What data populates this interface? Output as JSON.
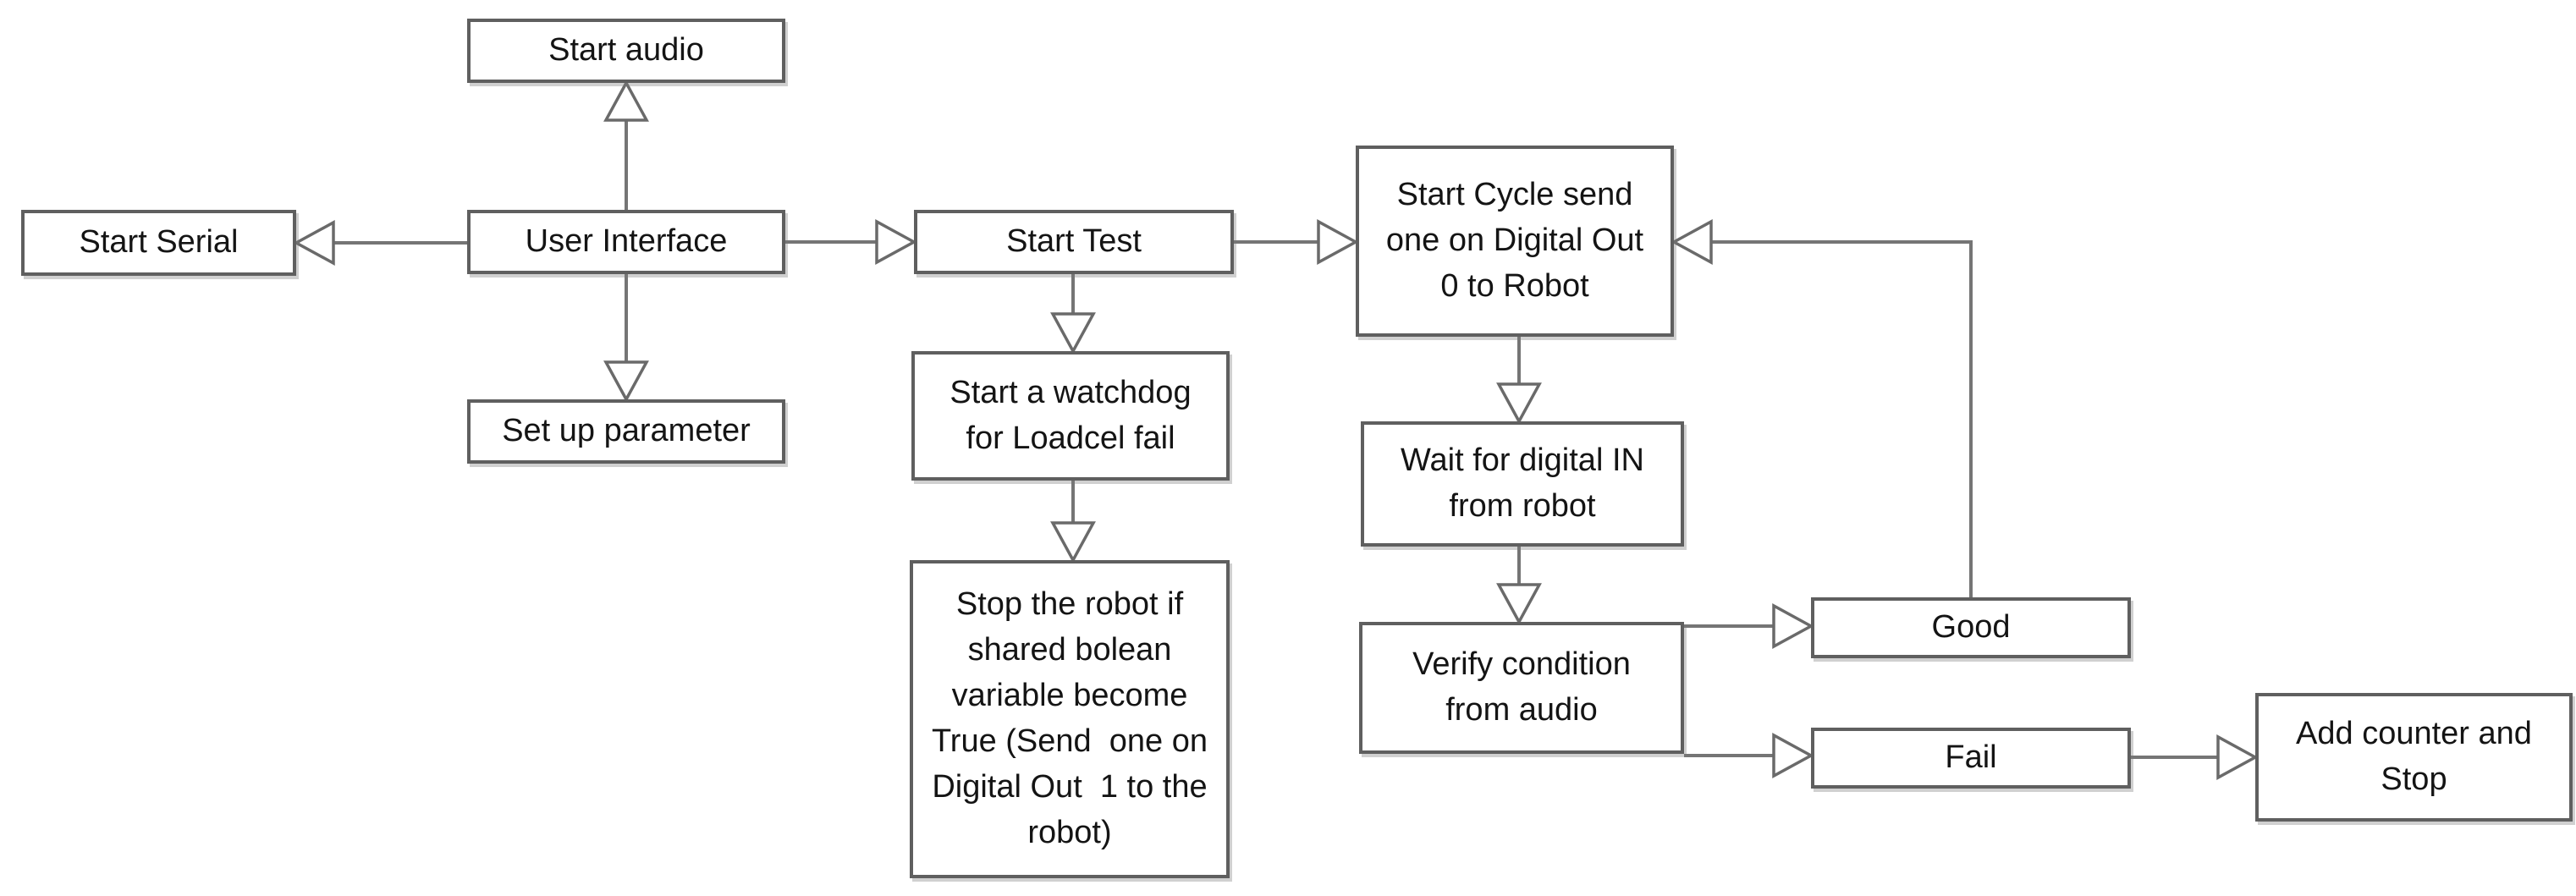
{
  "diagram": {
    "type": "flowchart",
    "colors": {
      "background": "#ffffff",
      "box_border": "#5f5f5f",
      "connector": "#757575",
      "text": "#141414"
    },
    "nodes": {
      "start_audio": {
        "label": "Start audio"
      },
      "start_serial": {
        "label": "Start Serial"
      },
      "user_interface": {
        "label": "User Interface"
      },
      "set_up_parameter": {
        "label": "Set up parameter"
      },
      "start_test": {
        "label": "Start Test"
      },
      "watchdog": {
        "label": "Start a watchdog\nfor Loadcel fail"
      },
      "stop_robot": {
        "label": "Stop the robot if\nshared bolean\nvariable become\nTrue (Send  one on\nDigital Out  1 to the\nrobot)"
      },
      "start_cycle": {
        "label": "Start Cycle send\none on Digital Out\n0 to Robot"
      },
      "wait_digital_in": {
        "label": "Wait for digital IN\nfrom robot"
      },
      "verify_condition": {
        "label": "Verify condition\nfrom audio"
      },
      "good": {
        "label": "Good"
      },
      "fail": {
        "label": "Fail"
      },
      "add_counter": {
        "label": "Add counter and\nStop"
      }
    },
    "edges": [
      {
        "from": "user_interface",
        "to": "start_audio"
      },
      {
        "from": "user_interface",
        "to": "start_serial"
      },
      {
        "from": "user_interface",
        "to": "set_up_parameter"
      },
      {
        "from": "user_interface",
        "to": "start_test"
      },
      {
        "from": "start_test",
        "to": "start_cycle"
      },
      {
        "from": "start_test",
        "to": "watchdog"
      },
      {
        "from": "watchdog",
        "to": "stop_robot"
      },
      {
        "from": "start_cycle",
        "to": "wait_digital_in"
      },
      {
        "from": "wait_digital_in",
        "to": "verify_condition"
      },
      {
        "from": "verify_condition",
        "to": "good"
      },
      {
        "from": "verify_condition",
        "to": "fail"
      },
      {
        "from": "fail",
        "to": "add_counter"
      },
      {
        "from": "good",
        "to": "start_cycle"
      }
    ]
  }
}
